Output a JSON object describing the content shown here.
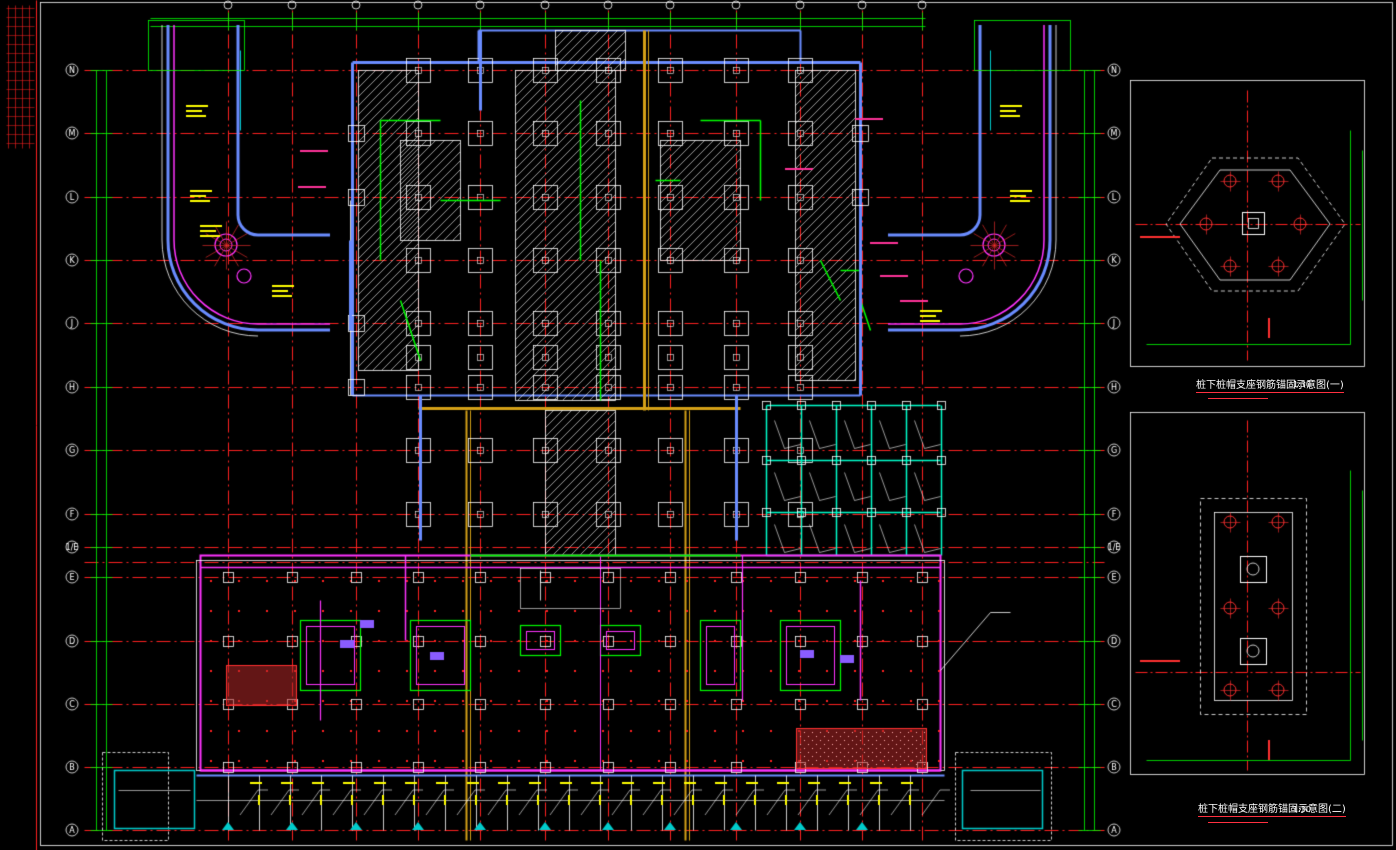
{
  "drawing": {
    "row_axes": [
      "N",
      "M",
      "L",
      "K",
      "J",
      "H",
      "G",
      "F",
      "1/E",
      "E",
      "D",
      "C",
      "B",
      "A"
    ],
    "detail_1": {
      "title": "桩下桩帽支座钢筋锚固示意图(一)",
      "scale": "1:30"
    },
    "detail_2": {
      "title": "桩下桩帽支座钢筋锚固示意图(二)",
      "scale": "1:30"
    },
    "colors": {
      "background": "#000000",
      "axis_line": "#ff2020",
      "dimension": "#00ff00",
      "wall": "#6a8cff",
      "beam": "#ff33ff",
      "column": "#ffffff",
      "hatch": "#ffffff",
      "text": "#ffff00",
      "cyan": "#00ffff",
      "orange": "#d4a017"
    }
  }
}
